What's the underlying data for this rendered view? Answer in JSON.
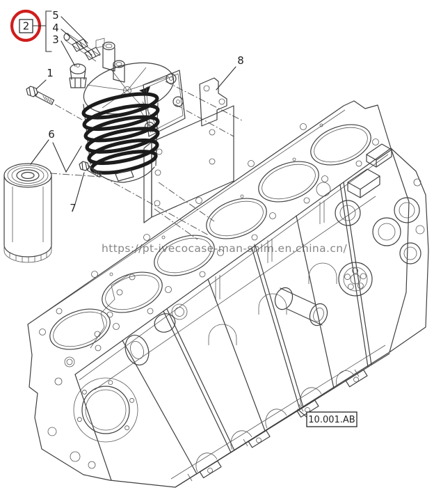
{
  "diagram": {
    "callouts": [
      "1",
      "2",
      "3",
      "4",
      "5",
      "6",
      "7",
      "8"
    ],
    "highlighted_callout": "2",
    "section_code": "10.001.AB",
    "watermark_url": "https://pt-ivecocase-man-shlm.en.china.cn/",
    "colors": {
      "highlight": "#cf1d1d",
      "line": "#3f3f3f",
      "dark_fill": "#1c1c1c",
      "watermark": "#a8a8a8"
    }
  }
}
